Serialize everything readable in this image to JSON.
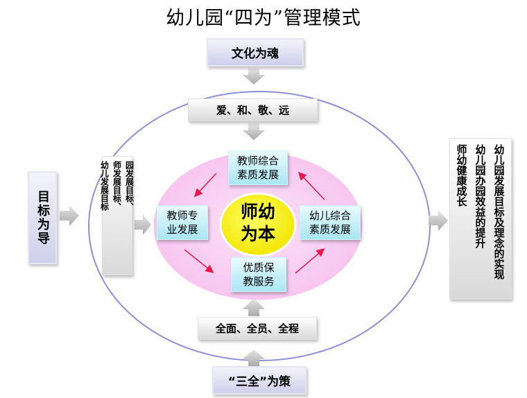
{
  "title": "幼儿园“四为”管理模式",
  "top": {
    "culture": "文化为魂",
    "values": "爱、和、敬、远"
  },
  "bottom": {
    "strategy": "“三全”为策",
    "scope": "全面、全员、全程"
  },
  "left": {
    "goal_label": "目标为导",
    "goals": [
      "园发展目标、",
      "师发展目标、",
      "幼儿发展目标"
    ]
  },
  "center": {
    "core": "师幼为本",
    "core_lines": [
      "师幼",
      "为本"
    ],
    "top_box": "教师综合素质发展",
    "top_lines": [
      "教师综合",
      "素质发展"
    ],
    "left_box": "教师专业发展",
    "left_lines": [
      "教师专",
      "业发展"
    ],
    "right_box": "幼儿综合素质发展",
    "right_lines": [
      "幼儿综合",
      "素质发展"
    ],
    "bottom_box": "优质保教服务",
    "bottom_lines": [
      "优质保",
      "教服务"
    ]
  },
  "right": {
    "outcomes": [
      "幼儿园发展目标及理念的实现",
      "幼儿园办园效益的提升",
      "师幼健康成长"
    ]
  },
  "colors": {
    "accent_red": "#e8174a",
    "ring": "#8f8fd6",
    "ellipse_fill": "#f9c9f2",
    "core_fill": "#ffff00"
  }
}
